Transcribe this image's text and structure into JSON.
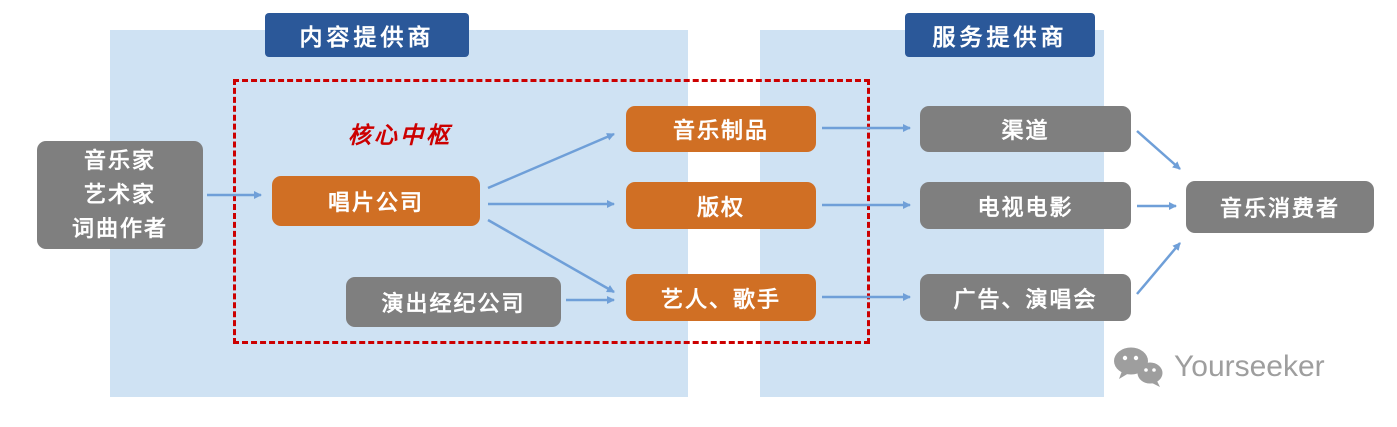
{
  "colors": {
    "panel_bg": "#cfe2f3",
    "header_bg": "#2b5899",
    "orange": "#d06f24",
    "gray": "#7f7f7f",
    "red": "#cc0000",
    "arrow": "#6f9fd8",
    "watermark": "#9e9e9e"
  },
  "headers": {
    "content_provider": "内容提供商",
    "service_provider": "服务提供商"
  },
  "core_label": "核心中枢",
  "nodes": {
    "creators_lines": [
      "音乐家",
      "艺术家",
      "词曲作者"
    ],
    "record_company": "唱片公司",
    "agency": "演出经纪公司",
    "music_products": "音乐制品",
    "copyright": "版权",
    "artists_singers": "艺人、歌手",
    "channels": "渠道",
    "tv_film": "电视电影",
    "ads_concerts": "广告、演唱会",
    "consumers": "音乐消费者"
  },
  "edges": [
    {
      "from": "creators",
      "to": "record_company"
    },
    {
      "from": "record_company",
      "to": "music_products"
    },
    {
      "from": "record_company",
      "to": "copyright"
    },
    {
      "from": "record_company",
      "to": "artists_singers"
    },
    {
      "from": "agency",
      "to": "artists_singers"
    },
    {
      "from": "music_products",
      "to": "channels"
    },
    {
      "from": "copyright",
      "to": "tv_film"
    },
    {
      "from": "artists_singers",
      "to": "ads_concerts"
    },
    {
      "from": "channels",
      "to": "consumers"
    },
    {
      "from": "tv_film",
      "to": "consumers"
    },
    {
      "from": "ads_concerts",
      "to": "consumers"
    }
  ],
  "watermark": {
    "brand": "Yourseeker"
  }
}
